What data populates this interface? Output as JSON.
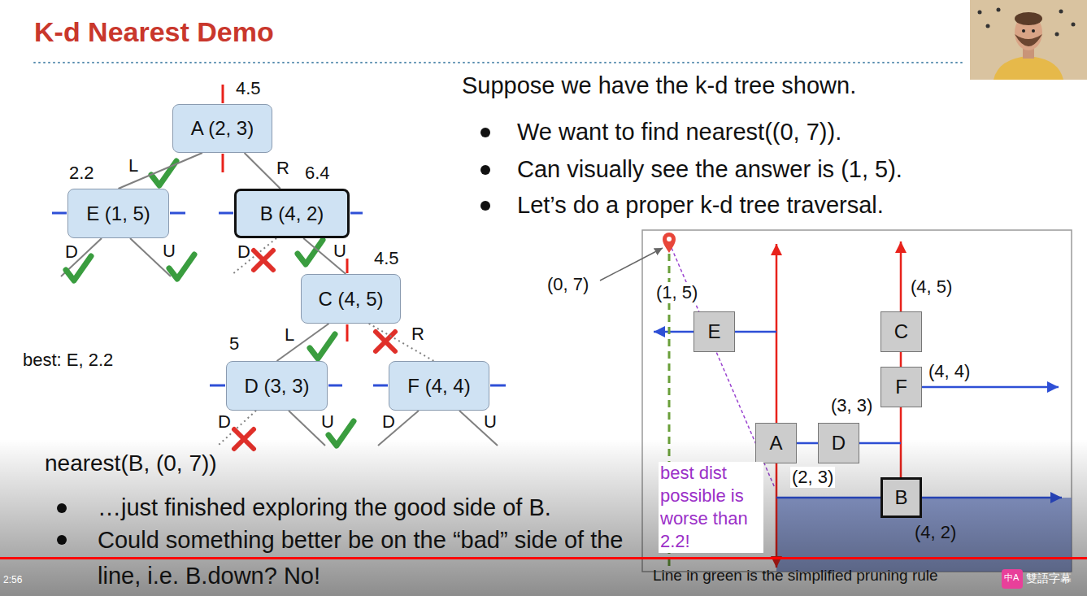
{
  "diagram": {
    "title": "K-d Nearest Demo",
    "nodes": [
      {
        "text": [
          "A (2, 3)"
        ]
      },
      {
        "text": [
          "E (1, 5)"
        ]
      },
      {
        "text": [
          "B (4, 2)"
        ]
      },
      {
        "text": [
          "C (4, 5)"
        ]
      },
      {
        "text": [
          "D (3, 3)"
        ]
      },
      {
        "text": [
          "F (4, 4)"
        ]
      },
      {
        "text": [
          "E"
        ]
      },
      {
        "text": [
          "C"
        ]
      },
      {
        "text": [
          "F"
        ]
      },
      {
        "text": [
          "A"
        ]
      },
      {
        "text": [
          "D"
        ]
      },
      {
        "text": [
          "B"
        ]
      }
    ],
    "edges": [
      {
        "from": 0,
        "to": 1,
        "label": "L",
        "arrow": "none"
      },
      {
        "from": 0,
        "to": 2,
        "label": "R",
        "arrow": "none"
      },
      {
        "from": 2,
        "to": 3,
        "label": "U",
        "arrow": "none"
      },
      {
        "from": 3,
        "to": 4,
        "label": "L",
        "arrow": "none"
      },
      {
        "from": 3,
        "to": 5,
        "label": "R",
        "arrow": "none"
      }
    ],
    "labels": [
      "4.5",
      "2.2",
      "6.4",
      "D",
      "U",
      "D",
      "4.5",
      "5",
      "D",
      "U",
      "D",
      "U",
      "best: E, 2.2",
      "Suppose we have the k-d tree shown.",
      "We want to find nearest((0, 7)).",
      "Can visually see the answer is (1, 5).",
      "Let’s do a proper k-d tree traversal.",
      "nearest(B, (0, 7))",
      "…just finished exploring the good side of B.",
      "Could something better be on the “bad” side of the line, i.e. B.down? No!",
      "(0, 7)",
      "(1, 5)",
      "(4, 5)",
      "(4, 4)",
      "(3, 3)",
      "(2, 3)",
      "(4, 2)",
      "best dist possible is worse than 2.2!",
      "Line in green is the simplified pruning rule",
      "2:56",
      "中A",
      "雙語字幕"
    ]
  }
}
